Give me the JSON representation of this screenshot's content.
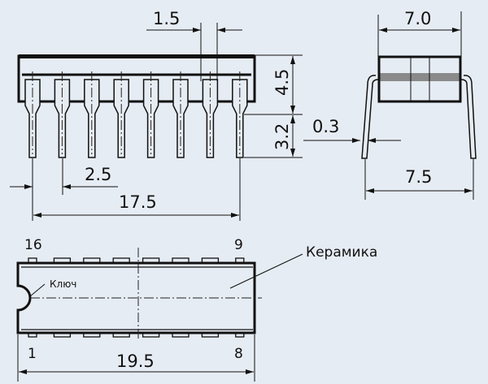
{
  "front_view": {
    "dim_pin_width": "1.5",
    "dim_body_height": "4.5",
    "dim_lead_length": "3.2",
    "dim_pin_pitch": "2.5",
    "dim_pin_span": "17.5"
  },
  "side_view": {
    "dim_body_width": "7.0",
    "dim_lead_thickness": "0.3",
    "dim_lead_span": "7.5"
  },
  "top_view": {
    "pin_16": "16",
    "pin_9": "9",
    "pin_1": "1",
    "pin_8": "8",
    "dim_length": "19.5",
    "key_label": "Ключ",
    "material_label": "Керамика"
  },
  "colors": {
    "background": "#e6ecf3",
    "line": "#111111",
    "band": "#8a8a8a"
  }
}
